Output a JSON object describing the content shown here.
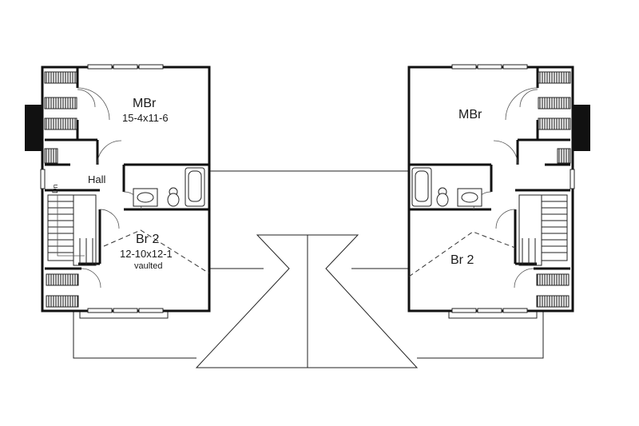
{
  "left_unit": {
    "mbr_label": "MBr",
    "mbr_dims": "15-4x11-6",
    "hall_label": "Hall",
    "dn_label": "Dn",
    "br2_label": "Br 2",
    "br2_dims": "12-10x12-1",
    "br2_note": "vaulted"
  },
  "right_unit": {
    "mbr_label": "MBr",
    "br2_label": "Br 2"
  },
  "colors": {
    "wall": "#111111",
    "background": "#ffffff",
    "closet_hatch": "#333333"
  }
}
